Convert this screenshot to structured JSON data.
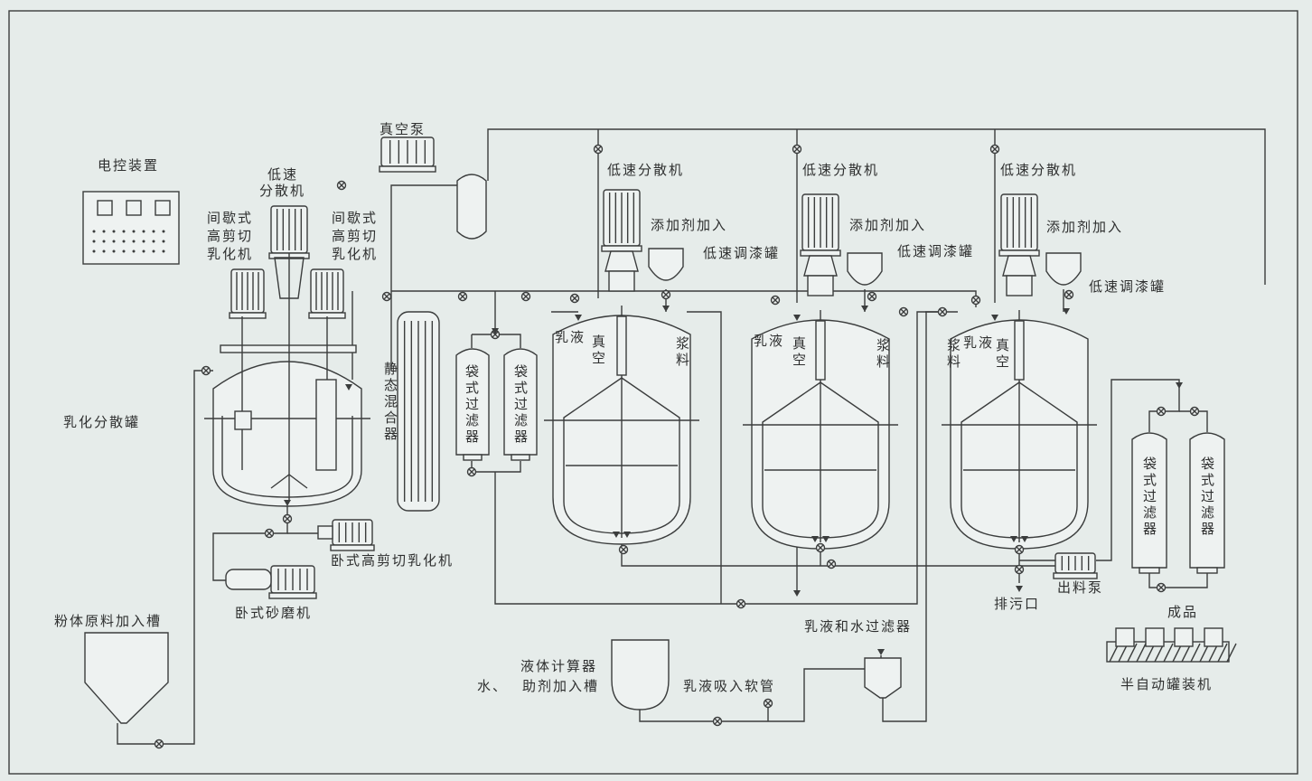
{
  "colors": {
    "background": "#e6ecea",
    "line": "#3b3d3d"
  },
  "labels": {
    "vacuum_pump": "真空泵",
    "control_panel": "电控装置",
    "low_speed_disperser_left_1": "低速",
    "low_speed_disperser_left_2": "分散机",
    "batch_shear_emulsifier_a": [
      "间歇式",
      "高剪切",
      "乳化机"
    ],
    "batch_shear_emulsifier_b": [
      "间歇式",
      "高剪切",
      "乳化机"
    ],
    "emulsion_dispersion_tank": "乳化分散罐",
    "static_mixer": "静态混合器",
    "bag_filter": "袋式过滤器",
    "low_speed_disperser": "低速分散机",
    "additive_inlet": "添加剂加入",
    "low_speed_paint_tank": "低速调漆罐",
    "emulsion": "乳液",
    "vacuum": "真空",
    "slurry": "浆料",
    "horizontal_shear_emulsifier": "卧式高剪切乳化机",
    "horizontal_sand_mill": "卧式砂磨机",
    "powder_hopper": "粉体原料加入槽",
    "liquid_meter": "液体计算器",
    "water_prefix": "水、",
    "additive_tank": "助剂加入槽",
    "emulsion_hose": "乳液吸入软管",
    "emulsion_water_filter": "乳液和水过滤器",
    "drain": "排污口",
    "discharge_pump": "出料泵",
    "product": "成品",
    "semi_auto_filler": "半自动罐装机"
  }
}
